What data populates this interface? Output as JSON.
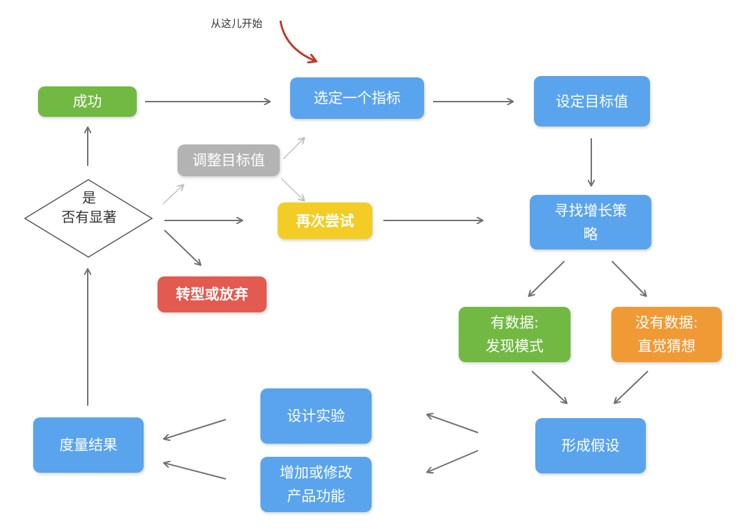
{
  "start_label": "从这儿开始",
  "nodes": {
    "success": "成功",
    "select_metric": "选定一个指标",
    "set_target": "设定目标值",
    "adjust_target": "调整目标值",
    "try_again": "再次尝试",
    "find_strategy_l1": "寻找增长策",
    "find_strategy_l2": "略",
    "significant_l1": "是",
    "significant_l2": "否有显著",
    "pivot_or_quit": "转型或放弃",
    "with_data_l1": "有数据:",
    "with_data_l2": "发现模式",
    "no_data_l1": "没有数据:",
    "no_data_l2": "直觉猜想",
    "form_hypothesis": "形成假设",
    "design_experiment": "设计实验",
    "modify_feature_l1": "增加或修改",
    "modify_feature_l2": "产品功能",
    "measure_results": "度量结果"
  },
  "colors": {
    "blue": "#5aa4ee",
    "green": "#72b944",
    "gray": "#b3b3b3",
    "yellow": "#f3cd25",
    "red": "#e35b50",
    "orange": "#f09a35",
    "arrow": "#707070",
    "light_arrow": "#c0c0c0",
    "start_arrow": "#c0392b"
  }
}
